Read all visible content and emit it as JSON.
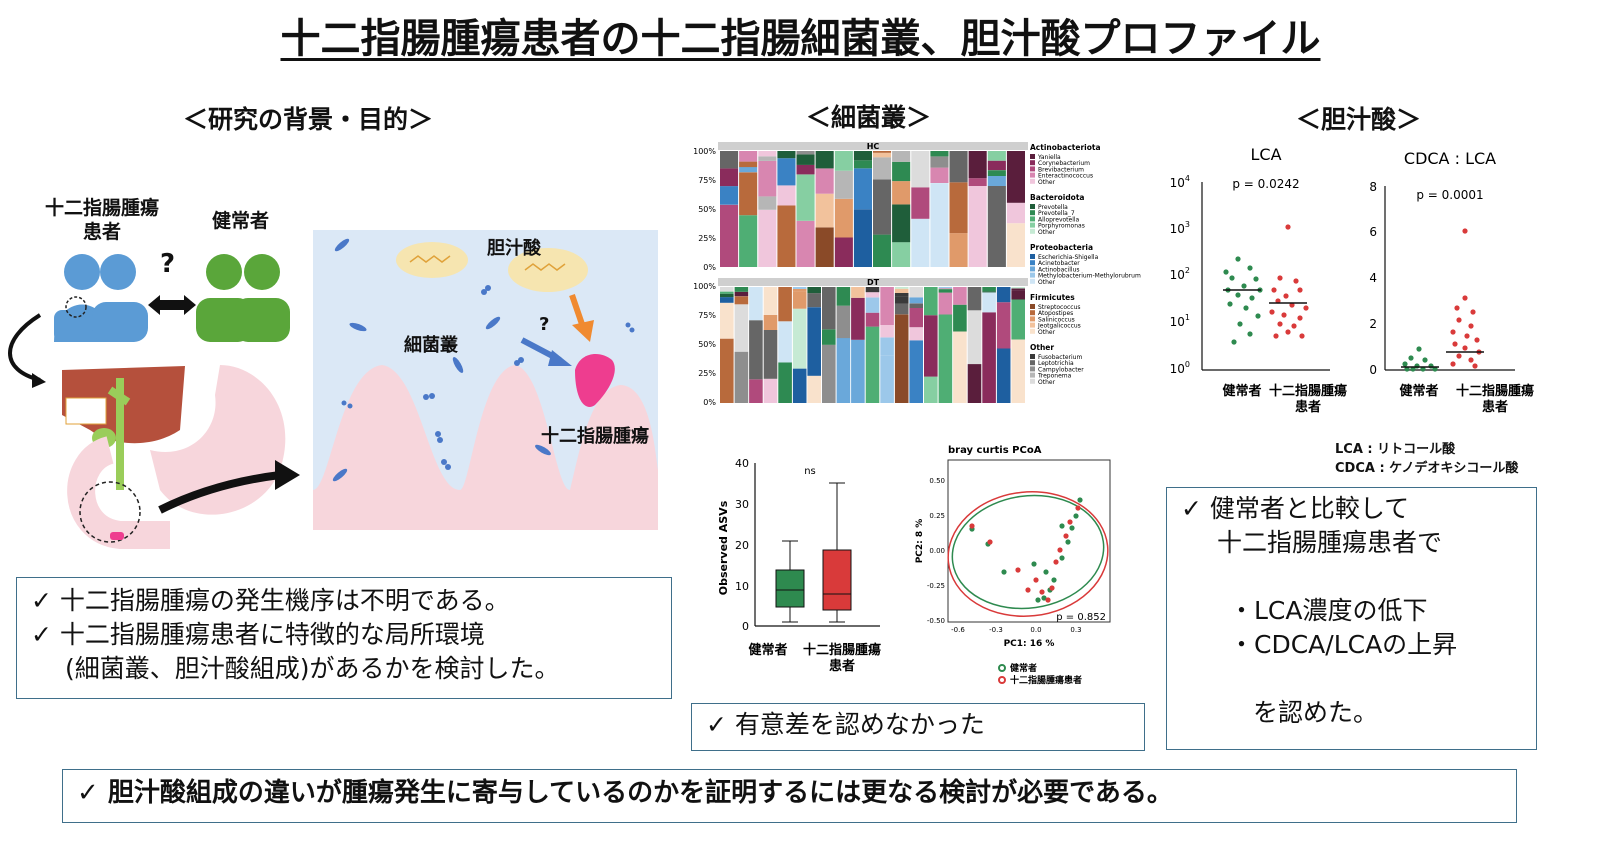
{
  "title": "十二指腸腫瘍患者の十二指腸細菌叢、胆汁酸プロファイル",
  "sections": {
    "background": "＜研究の背景・目的＞",
    "microbiome": "＜細菌叢＞",
    "bile_acid": "＜胆汁酸＞"
  },
  "illustration": {
    "patient_label_1": "十二指腸腫瘍",
    "patient_label_2": "患者",
    "healthy_label": "健常者",
    "question": "?",
    "question_small": "?",
    "bile_acid_label": "胆汁酸",
    "bacteria_label": "細菌叢",
    "tumor_label": "十二指腸腫瘍"
  },
  "background_box": {
    "check": "✓",
    "line1": "十二指腸腫瘍の発生機序は不明である。",
    "line2": "十二指腸腫瘍患者に特徴的な局所環境",
    "line3": "(細菌叢、胆汁酸組成)があるかを検討した。"
  },
  "stacked_bars": {
    "top_label": "HC",
    "bottom_label": "DT",
    "y_ticks": [
      "100%",
      "75%",
      "50%",
      "25%",
      "0%"
    ],
    "legend": [
      {
        "group": "Actinobacteriota",
        "items": [
          "Yaniella",
          "Corynebacterium",
          "Brevibacterium",
          "Enteractinococcus",
          "Other"
        ],
        "colors": [
          "#5a1e3c",
          "#8a2c5c",
          "#b04a7c",
          "#d886b0",
          "#f0c6dc"
        ]
      },
      {
        "group": "Bacteroidota",
        "items": [
          "Prevotella",
          "Prevotella_7",
          "Alloprevotella",
          "Porphyromonas",
          "Other"
        ],
        "colors": [
          "#1f5e3a",
          "#2e8a52",
          "#4fae74",
          "#86cfa2",
          "#c6ead4"
        ]
      },
      {
        "group": "Proteobacteria",
        "items": [
          "Escherichia-Shigella",
          "Acinetobacter",
          "Actinobacillus",
          "Methylobacterium-Methylorubrum",
          "Other"
        ],
        "colors": [
          "#1e5fa0",
          "#3a82c4",
          "#6aa8da",
          "#9cc8ea",
          "#cfe5f5"
        ]
      },
      {
        "group": "Firmicutes",
        "items": [
          "Streptococcus",
          "Atopostipes",
          "Salinicoccus",
          "Jeotgalicoccus",
          "Other"
        ],
        "colors": [
          "#8a4a28",
          "#b86a3c",
          "#e09a6a",
          "#f2c29c",
          "#f9e2cc"
        ]
      },
      {
        "group": "Other",
        "items": [
          "Fusobacterium",
          "Leptotrichia",
          "Campylobacter",
          "Treponema",
          "Other"
        ],
        "colors": [
          "#3a3a3a",
          "#666666",
          "#8e8e8e",
          "#b6b6b6",
          "#dcdcdc"
        ]
      }
    ]
  },
  "boxplot": {
    "ylabel": "Observed ASVs",
    "ns": "ns",
    "y_ticks": [
      "40",
      "30",
      "20",
      "10",
      "0"
    ],
    "group1": "健常者",
    "group2_line1": "十二指腸腫瘍",
    "group2_line2": "患者"
  },
  "pcoa": {
    "title": "bray curtis PCoA",
    "ylabel": "PC2:  8 %",
    "xlabel": "PC1:  16 %",
    "x_ticks": [
      "-0.6",
      "-0.3",
      "0.0",
      "0.3"
    ],
    "y_ticks": [
      "0.50",
      "0.25",
      "0.00",
      "-0.25",
      "-0.50"
    ],
    "p": "p = 0.852",
    "legend1": "健常者",
    "legend2": "十二指腸腫瘍患者"
  },
  "micro_box": {
    "check": "✓",
    "text": "有意差を認めなかった"
  },
  "lca_chart": {
    "title": "LCA",
    "p": "p = 0.0242",
    "y_ticks": [
      "10",
      "10",
      "10",
      "10",
      "10"
    ],
    "y_exp": [
      "4",
      "3",
      "2",
      "1",
      "0"
    ],
    "group1": "健常者",
    "group2_line1": "十二指腸腫瘍",
    "group2_line2": "患者"
  },
  "cdca_chart": {
    "title": "CDCA : LCA",
    "p": "p = 0.0001",
    "y_ticks": [
      "8",
      "6",
      "4",
      "2",
      "0"
    ],
    "group1": "健常者",
    "group2_line1": "十二指腸腫瘍",
    "group2_line2": "患者"
  },
  "abbrev": {
    "lca": "LCA : リトコール酸",
    "cdca": "CDCA : ケノデオキシコール酸"
  },
  "bile_box": {
    "check": "✓",
    "line1": "健常者と比較して",
    "line2": "十二指腸腫瘍患者で",
    "line3": "・LCA濃度の低下",
    "line4": "・CDCA/LCAの上昇",
    "line5": "を認めた。"
  },
  "conclusion": {
    "check": "✓",
    "text": "胆汁酸組成の違いが腫瘍発生に寄与しているのかを証明するには更なる検討が必要である。"
  },
  "colors": {
    "green": "#5aa63a",
    "blue": "#5b9bd5",
    "liver": "#b5503c",
    "pink": "#f7d6dc",
    "tumor": "#ee3d8f",
    "box_border": "#3f6f8a",
    "red_dot": "#d93a3a",
    "green_dot": "#2e8a4f"
  }
}
